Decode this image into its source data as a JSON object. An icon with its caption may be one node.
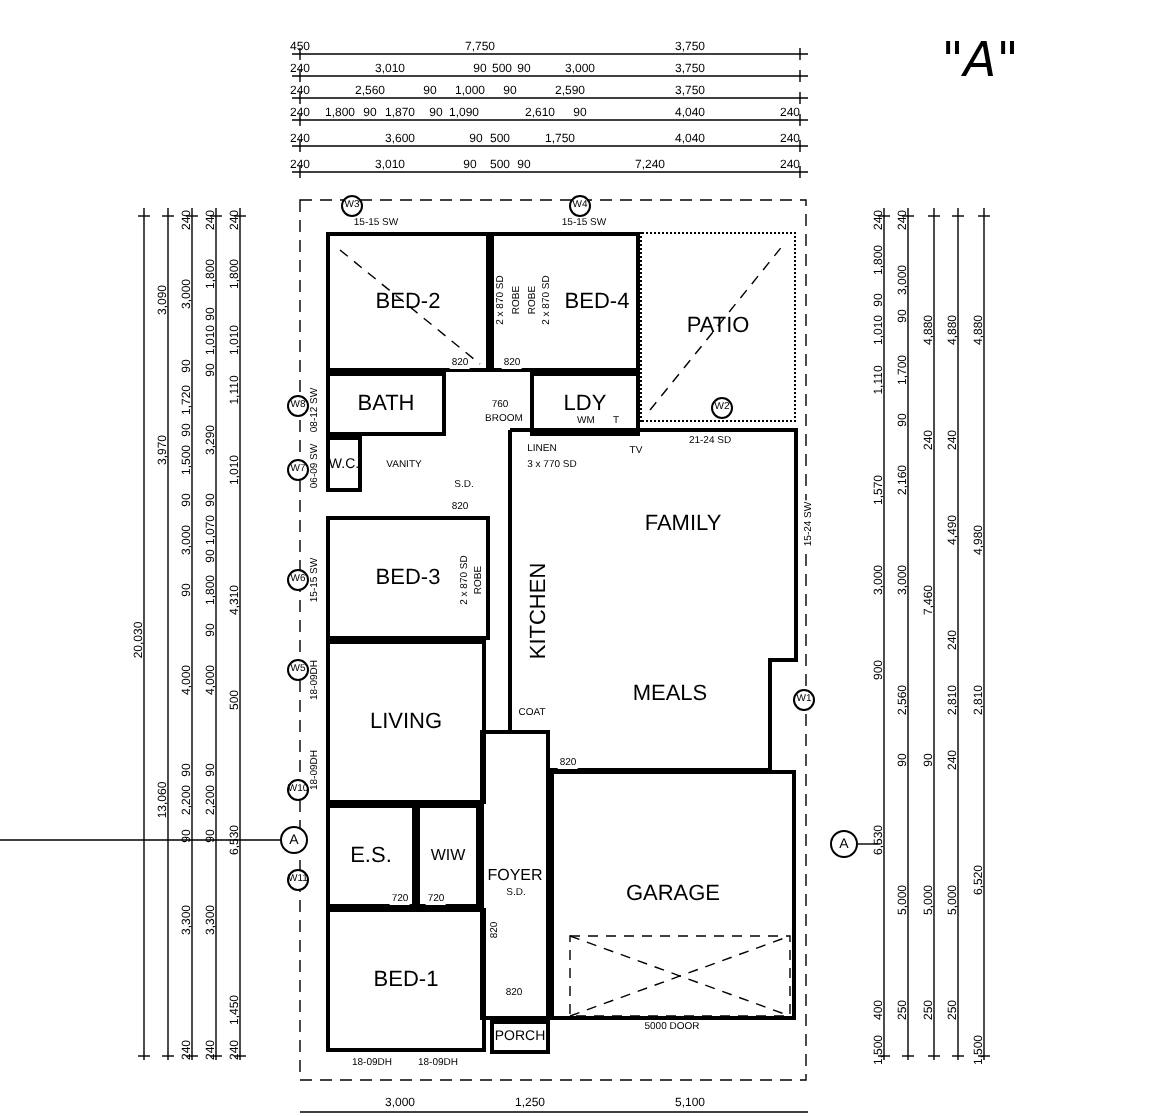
{
  "diagram": {
    "nodes": [
      {
        "text": [
          "BED-2"
        ]
      },
      {
        "text": [
          "BED-4"
        ]
      },
      {
        "text": [
          "PATIO"
        ]
      },
      {
        "text": [
          "BATH"
        ]
      },
      {
        "text": [
          "LDY"
        ]
      },
      {
        "text": [
          "W.C."
        ]
      },
      {
        "text": [
          "BED-3"
        ]
      },
      {
        "text": [
          "KITCHEN"
        ]
      },
      {
        "text": [
          "FAMILY"
        ]
      },
      {
        "text": [
          "MEALS"
        ]
      },
      {
        "text": [
          "LIVING"
        ]
      },
      {
        "text": [
          "E.S."
        ]
      },
      {
        "text": [
          "WIW"
        ]
      },
      {
        "text": [
          "FOYER"
        ]
      },
      {
        "text": [
          "GARAGE"
        ]
      },
      {
        "text": [
          "BED-1"
        ]
      },
      {
        "text": [
          "PORCH"
        ]
      }
    ],
    "labels": [
      "450",
      "7,750",
      "3,750",
      "240",
      "3,010",
      "90",
      "500",
      "90",
      "3,000",
      "3,750",
      "240",
      "2,560",
      "90",
      "1,000",
      "90",
      "2,590",
      "3,750",
      "240",
      "1,800",
      "90",
      "1,870",
      "90",
      "1,090",
      "2,610",
      "90",
      "4,040",
      "240",
      "240",
      "3,600",
      "90",
      "500",
      "1,750",
      "4,040",
      "240",
      "240",
      "3,010",
      "90",
      "500",
      "90",
      "7,240",
      "240",
      "20,030",
      "3,090",
      "3,970",
      "13,060",
      "240",
      "3,000",
      "90",
      "1,720",
      "90",
      "1,500",
      "90",
      "3,000",
      "90",
      "4,000",
      "90",
      "2,200",
      "90",
      "3,300",
      "240",
      "240",
      "1,800",
      "90",
      "1,010",
      "90",
      "3,290",
      "90",
      "1,070",
      "90",
      "1,800",
      "90",
      "4,000",
      "90",
      "2,200",
      "90",
      "3,300",
      "240",
      "240",
      "1,800",
      "1,010",
      "1,110",
      "1,010",
      "4,310",
      "500",
      "6,530",
      "1,450",
      "240",
      "240",
      "1,800",
      "90",
      "1,010",
      "1,110",
      "1,570",
      "3,000",
      "900",
      "6,530",
      "400",
      "1,500",
      "240",
      "3,000",
      "90",
      "1,700",
      "90",
      "2,160",
      "3,000",
      "2,560",
      "90",
      "5,000",
      "250",
      "4,880",
      "240",
      "7,460",
      "90",
      "5,000",
      "250",
      "4,880",
      "240",
      "4,490",
      "240",
      "2,810",
      "240",
      "5,000",
      "250",
      "4,880",
      "4,980",
      "2,810",
      "6,520",
      "1,500",
      "3,000",
      "1,250",
      "5,100",
      "15-15 SW",
      "15-15 SW",
      "2 x 870 SD",
      "ROBE",
      "ROBE",
      "2 x 870 SD",
      "820",
      "820",
      "08-12 SW",
      "06-09 SW",
      "VANITY",
      "760",
      "BROOM",
      "WM",
      "T",
      "21-24 SD",
      "LINEN",
      "3 x 770 SD",
      "TV",
      "S.D.",
      "820",
      "2 x 870 SD",
      "ROBE",
      "15-15 SW",
      "18-09DH",
      "15-24 SW",
      "COAT",
      "820",
      "18-09DH",
      "720",
      "720",
      "820",
      "S.D.",
      "820",
      "5000 DOOR",
      "18-09DH",
      "18-09DH",
      "W3",
      "W4",
      "W8",
      "W7",
      "W6",
      "W5",
      "W10",
      "W11",
      "W2",
      "W1",
      "A",
      "A",
      "\"A\""
    ]
  }
}
